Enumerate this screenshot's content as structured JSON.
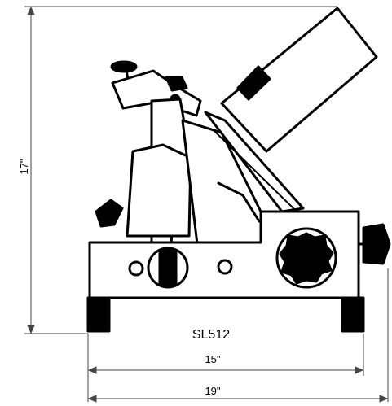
{
  "dimensions": {
    "height": "17\"",
    "base_width": "15\"",
    "overall_width": "19\""
  },
  "model": "SL512",
  "colors": {
    "line": "#000000",
    "fill": "#ffffff",
    "dimension_line": "#444444"
  }
}
